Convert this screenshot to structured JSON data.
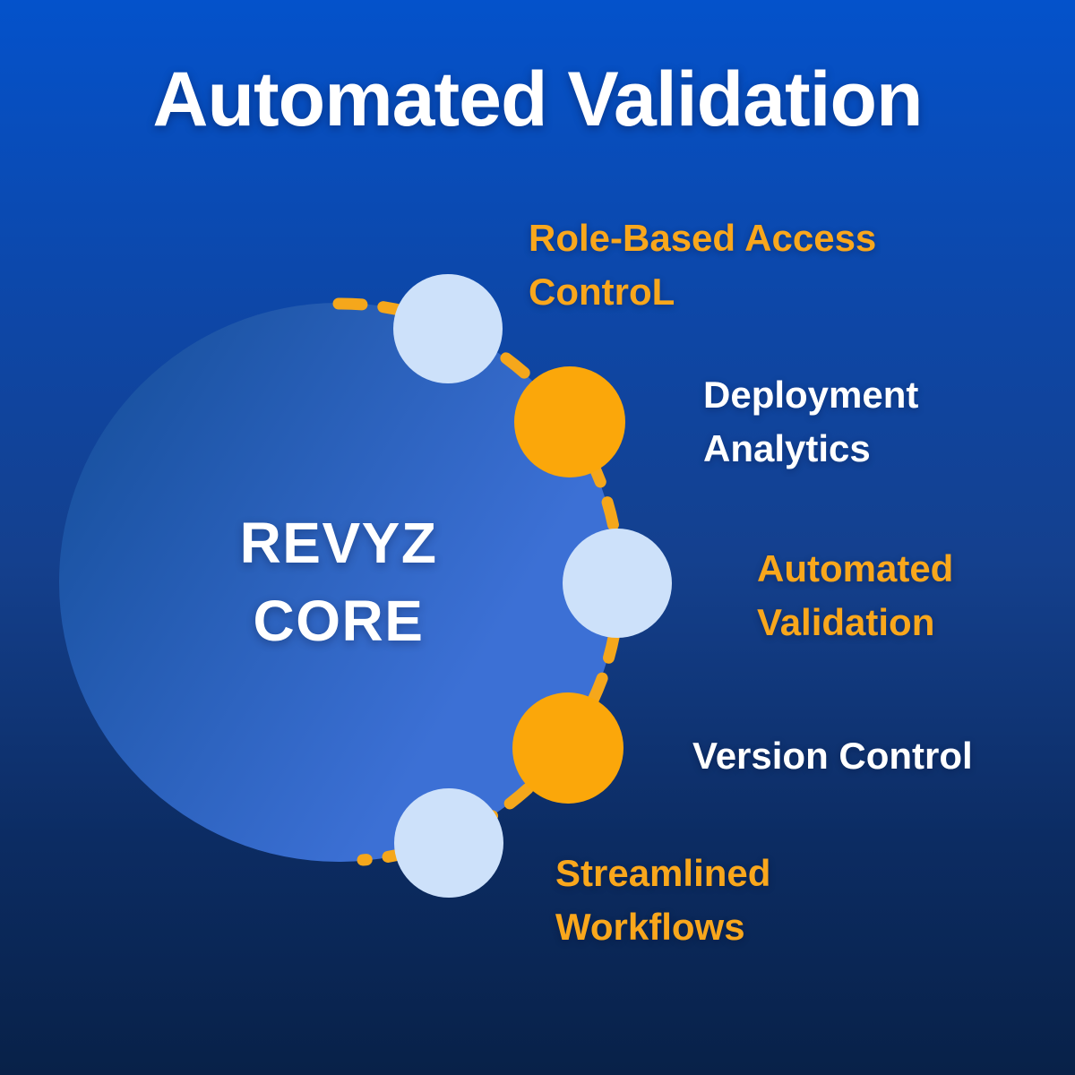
{
  "title": "Automated Validation",
  "core": {
    "line1": "REVYZ",
    "line2": "CORE"
  },
  "features": [
    {
      "id": "role-based-access-control",
      "lines": [
        "Role-Based Access",
        "ControL"
      ],
      "text_color": "#F9A71C",
      "node_color": "#CDE1FA"
    },
    {
      "id": "deployment-analytics",
      "lines": [
        "Deployment",
        "Analytics"
      ],
      "text_color": "#FFFFFF",
      "node_color": "#FBA70A"
    },
    {
      "id": "automated-validation",
      "lines": [
        "Automated",
        "Validation"
      ],
      "text_color": "#F9A71C",
      "node_color": "#CDE1FA"
    },
    {
      "id": "version-control",
      "lines": [
        "Version Control"
      ],
      "text_color": "#FFFFFF",
      "node_color": "#FBA70A"
    },
    {
      "id": "streamlined-workflows",
      "lines": [
        "Streamlined",
        "Workflows"
      ],
      "text_color": "#F9A71C",
      "node_color": "#CDE1FA"
    }
  ],
  "colors": {
    "background_top": "#0452CB",
    "background_bottom": "#082148",
    "core_circle_dark": "#17509E",
    "core_circle_light": "#3C70D5",
    "node_light_blue": "#CDE1FA",
    "node_orange": "#FBA70A",
    "dash_orange": "#F5A71B",
    "accent_orange_text": "#F9A71C",
    "white_text": "#FFFFFF"
  }
}
